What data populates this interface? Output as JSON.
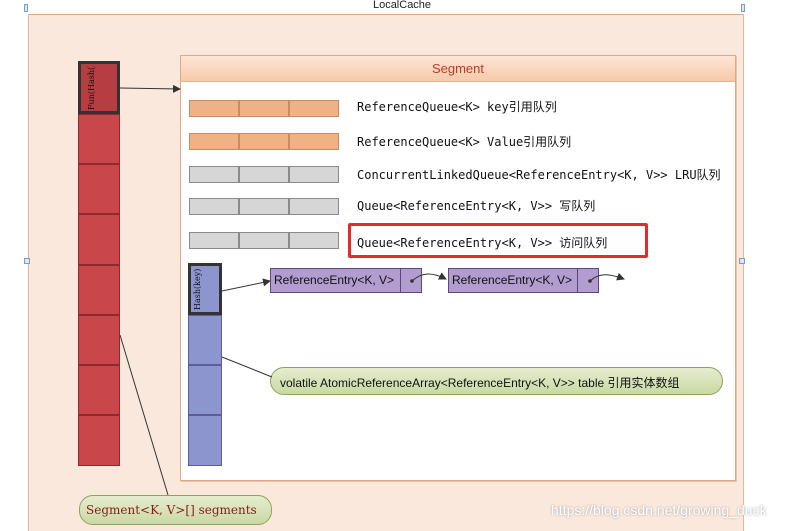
{
  "window": {
    "title": "LocalCache"
  },
  "segment": {
    "title": "Segment"
  },
  "hash_table": {
    "top_cell_label": "Fun(Hash(key))"
  },
  "queues": [
    {
      "label": "ReferenceQueue<K> key引用队列",
      "color": "orange"
    },
    {
      "label": "ReferenceQueue<K> Value引用队列",
      "color": "orange"
    },
    {
      "label": "ConcurrentLinkedQueue<ReferenceEntry<K, V>> LRU队列",
      "color": "gray"
    },
    {
      "label": "Queue<ReferenceEntry<K, V>> 写队列",
      "color": "gray"
    },
    {
      "label": "Queue<ReferenceEntry<K, V>> 访问队列",
      "color": "gray",
      "highlighted": true
    }
  ],
  "table": {
    "top_cell_label": "Hash(key)",
    "entries": [
      "ReferenceEntry<K, V>",
      "ReferenceEntry<K, V>"
    ],
    "callout": "volatile AtomicReferenceArray<ReferenceEntry<K, V>> table 引用实体数组"
  },
  "segments_callout": "Segment<K, V>[] segments",
  "watermark": "https://blog.csdn.net/growing_duck",
  "colors": {
    "segment_cell": "#c9474a",
    "table_cell": "#8d95cf",
    "entry": "#b39cd0",
    "highlight": "#e32b2b",
    "queue_orange": "#f0b184",
    "queue_gray": "#d6d6d6"
  }
}
